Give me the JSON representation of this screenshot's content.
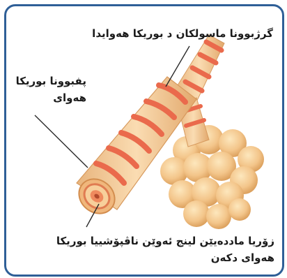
{
  "labels": {
    "muscle": "گرژبوونا ماسولکان د بوریکا هەوایدا",
    "tube_line1": "پفبوونا بوریکا",
    "tube_line2": "هەوای",
    "alveoli_line1": "زۆریا ماددەیێن لینج ئەوێن ناڤپۆشییا بوریکا",
    "alveoli_line2": "هەوای دکەن"
  },
  "colors": {
    "frame": "#2f5f97",
    "tube": "#f3c895",
    "muscle_band": "#ea6a4c",
    "alveoli": "#f4cc8f",
    "leader_line": "#2a2a2a"
  }
}
